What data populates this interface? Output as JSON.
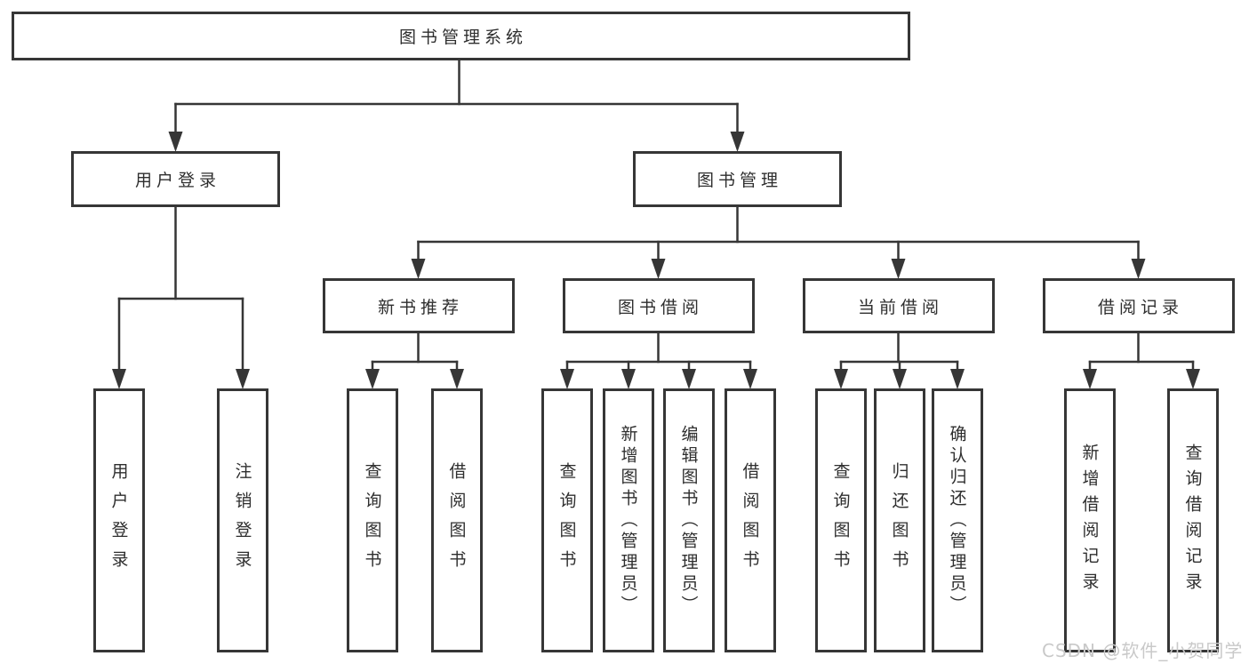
{
  "nodes": {
    "root": {
      "label": "图书管理系统"
    },
    "branches": [
      {
        "label": "用户登录"
      },
      {
        "label": "图书管理"
      }
    ],
    "modules": [
      {
        "label": "新书推荐"
      },
      {
        "label": "图书借阅"
      },
      {
        "label": "当前借阅"
      },
      {
        "label": "借阅记录"
      }
    ],
    "leaves": {
      "user_login": [
        "用户登录",
        "注销登录"
      ],
      "new_book": [
        "查询图书",
        "借阅图书"
      ],
      "book_borrow": [
        "查询图书",
        "新增图书（管理员）",
        "编辑图书（管理员）",
        "借阅图书"
      ],
      "current_borrow": [
        "查询图书",
        "归还图书",
        "确认归还（管理员）"
      ],
      "borrow_record": [
        "新增借阅记录",
        "查询借阅记录"
      ]
    }
  },
  "watermark": {
    "text": "CSDN @软件_小贺同学"
  },
  "colors": {
    "line": "#363636",
    "text": "#2e2e2e",
    "box_fill": "#ffffff",
    "watermark": "#c9c9c9",
    "background": "#ffffff"
  }
}
